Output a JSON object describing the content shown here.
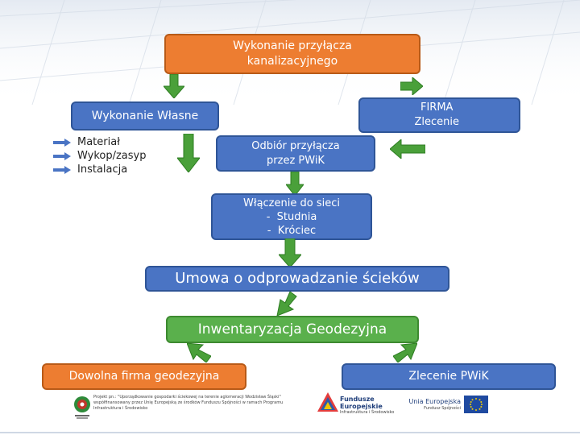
{
  "boxes": {
    "title": "Wykonanie przyłącza\nkanalizacyjnego",
    "own": "Wykonanie Własne",
    "firm": "FIRMA\nZlecenie",
    "acceptance": "Odbiór przyłącza\nprzez PWiK",
    "connection_title": "Włączenie do sieci",
    "connection_items": [
      "-  Studnia",
      "-  Króciec"
    ],
    "contract": "Umowa o odprowadzanie ścieków",
    "inventory": "Inwentaryzacja Geodezyjna",
    "any_firm": "Dowolna firma geodezyjna",
    "pwik_order": "Zlecenie PWiK"
  },
  "own_work_items": [
    "Materiał",
    "Wykop/zasyp",
    "Instalacja"
  ],
  "footer": {
    "project_text": "Projekt pn.: \"Uporządkowanie gospodarki ściekowej na terenie aglomeracji Wodzisław Śląski\" współfinansowany przez Unię Europejską ze środków Funduszu Spójności w ramach Programu Infrastruktura i Środowisko",
    "fe_title": "Fundusze Europejskie",
    "fe_sub": "Infrastruktura i Środowisko",
    "eu_title": "Unia Europejska",
    "eu_sub": "Fundusz Spójności"
  },
  "colors": {
    "orange": "#ed7d31",
    "blue": "#4a74c4",
    "green": "#5ab04c",
    "arrow_green": "#4aa03a"
  }
}
